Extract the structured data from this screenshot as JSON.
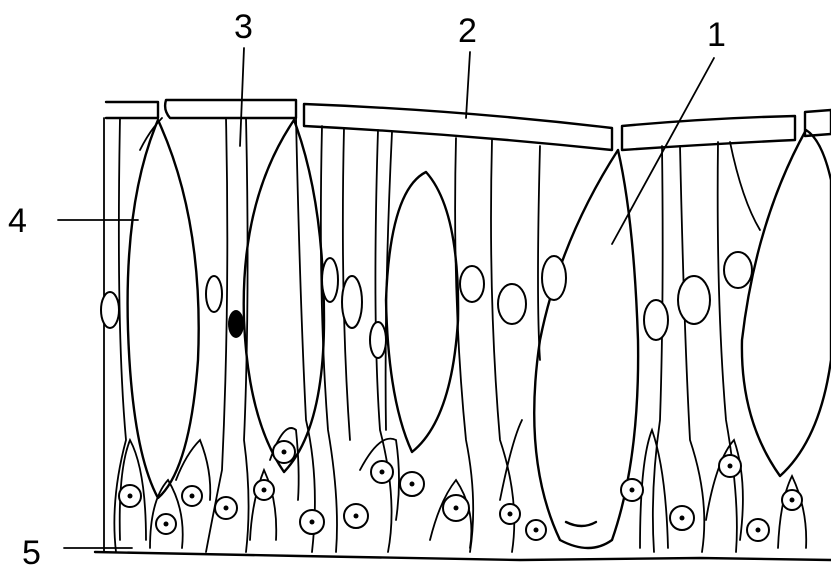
{
  "labels": {
    "l1": "1",
    "l2": "2",
    "l3": "3",
    "l4": "4",
    "l5": "5"
  },
  "colors": {
    "ink": "#000000",
    "background": "#ffffff"
  }
}
